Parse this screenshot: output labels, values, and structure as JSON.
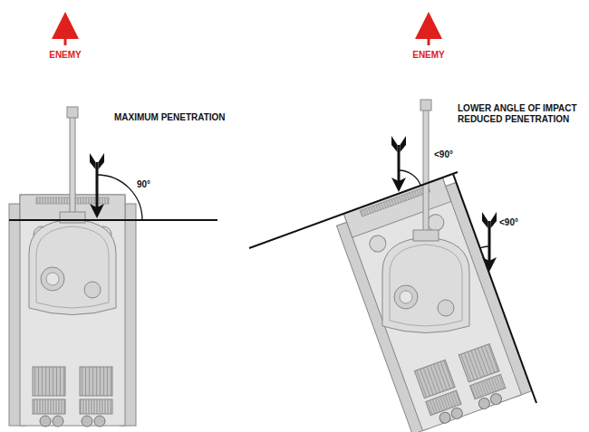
{
  "diagram": {
    "labels": [
      "ENEMY",
      "ENEMY",
      "MAXIMUM PENETRATION",
      "90°",
      "LOWER ANGLE OF IMPACT REDUCED PENETRATION",
      "<90°",
      "<90°"
    ]
  }
}
